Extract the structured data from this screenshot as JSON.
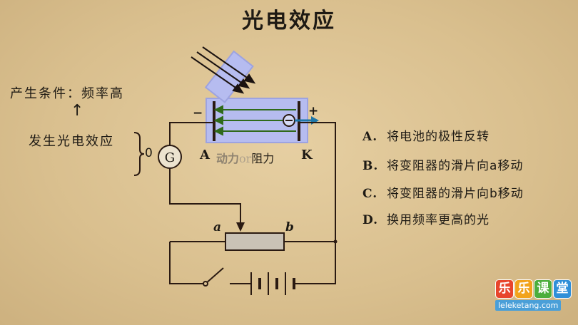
{
  "title": "光电效应",
  "annotations": {
    "condition": "产生条件：频率高",
    "arrow": "↑",
    "happen": "发生光电效应",
    "g_zero": "0",
    "galvanometer": "G",
    "label_A": "A",
    "label_K": "K",
    "label_mid_dongli": "动力",
    "label_mid_or": "or",
    "label_mid_zuli": "阻力",
    "label_a": "a",
    "label_b": "b",
    "minus": "−",
    "plus": "+"
  },
  "options": [
    {
      "letter": "A.",
      "text": "将电池的极性反转"
    },
    {
      "letter": "B.",
      "text": "将变阻器的滑片向a移动"
    },
    {
      "letter": "C.",
      "text": "将变阻器的滑片向b移动"
    },
    {
      "letter": "D.",
      "text": "换用频率更高的光"
    }
  ],
  "logo": {
    "chars": [
      "乐",
      "乐",
      "课",
      "堂"
    ],
    "url": "leleketang.com"
  },
  "colors": {
    "wire": "#2a1a12",
    "tube": "#b6bcf0",
    "field": "#2f6a1a",
    "electron_arrow": "#1f77a8"
  }
}
